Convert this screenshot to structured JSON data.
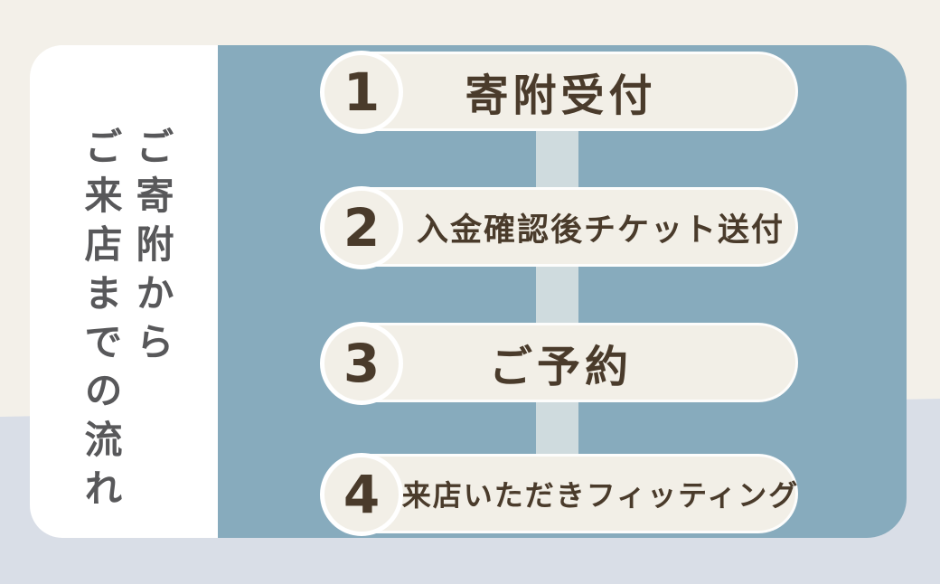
{
  "title": {
    "vertical_text": "ご寄附から\nご来店までの流れ"
  },
  "steps": [
    {
      "number": "1",
      "label": "寄附受付",
      "emphasis": "big"
    },
    {
      "number": "2",
      "label": "入金確認後チケット送付",
      "emphasis": "small"
    },
    {
      "number": "3",
      "label": "ご予約",
      "emphasis": "big"
    },
    {
      "number": "4",
      "label": "来店いただきフィッティング",
      "emphasis": "small"
    }
  ],
  "colors": {
    "background_top": "#f3f0e9",
    "background_bottom": "#d9dee7",
    "panel_blue": "#87abbd",
    "connector": "#cfdbde",
    "capsule_cream": "#f2efe7",
    "card_white": "#ffffff",
    "text_brown": "#4a3b2b",
    "text_gray": "#58585a"
  }
}
